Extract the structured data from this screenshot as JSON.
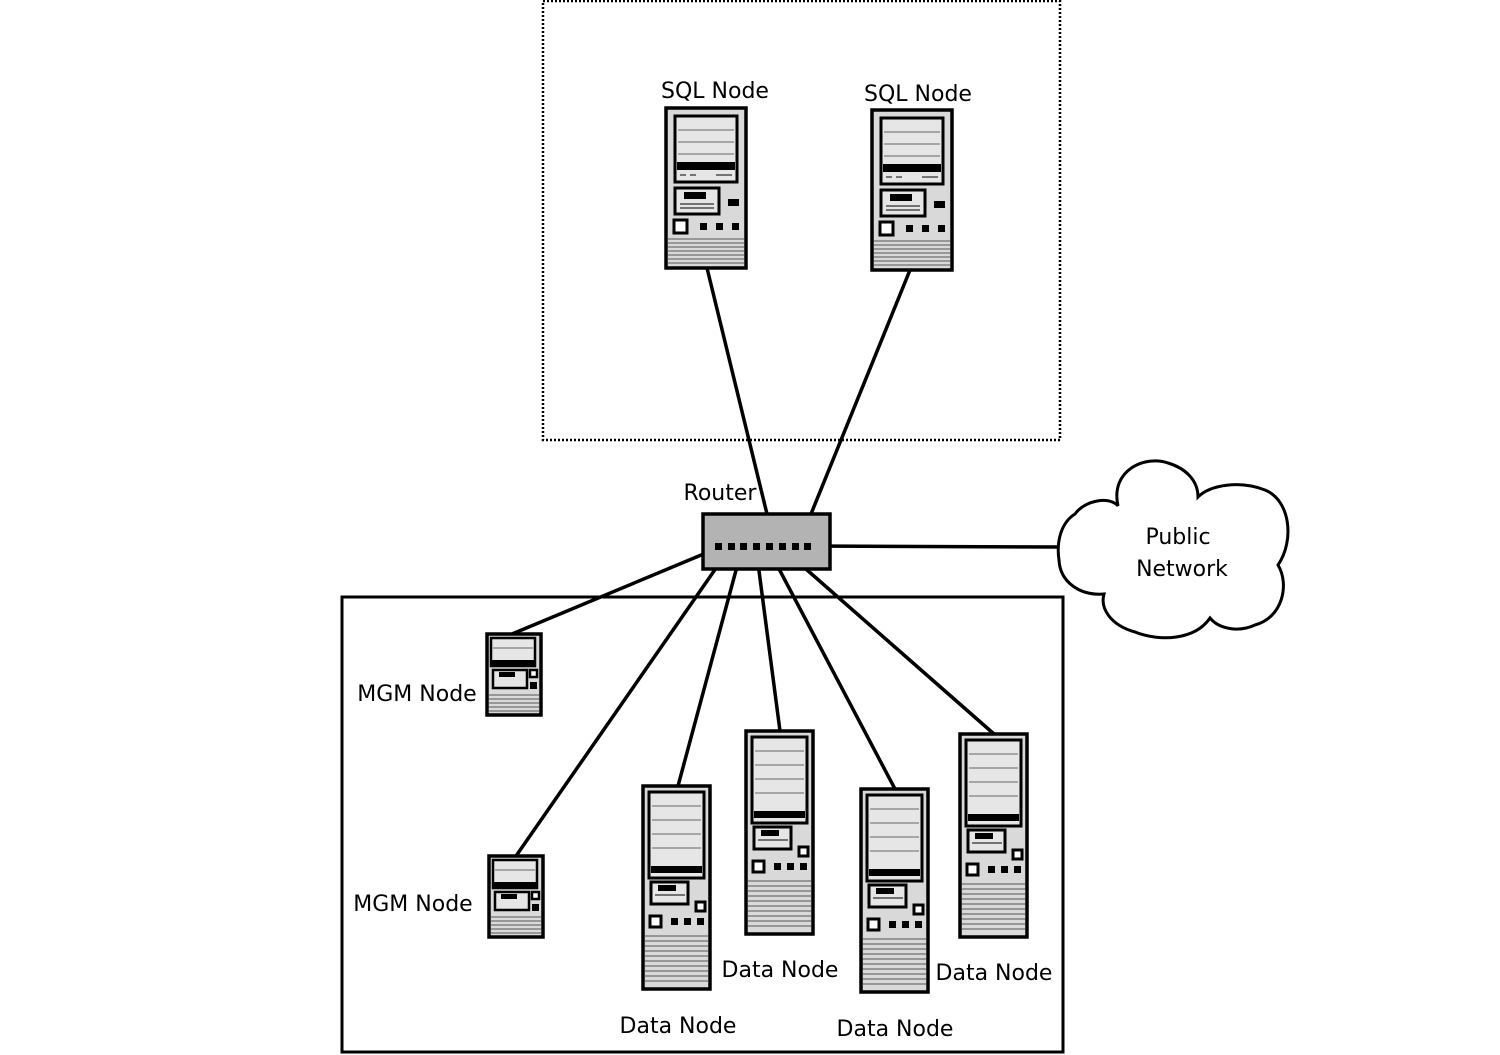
{
  "labels": {
    "sql_node_1": "SQL Node",
    "sql_node_2": "SQL Node",
    "router": "Router",
    "cloud_line1": "Public",
    "cloud_line2": "Network",
    "mgm_node_1": "MGM Node",
    "mgm_node_2": "MGM Node",
    "data_node_1": "Data Node",
    "data_node_2": "Data Node",
    "data_node_3": "Data Node",
    "data_node_4": "Data Node"
  },
  "colors": {
    "line": "#000000",
    "router_fill": "#b3b3b3",
    "server_fill": "#d9d9d9",
    "cloud_fill": "#ffffff"
  }
}
